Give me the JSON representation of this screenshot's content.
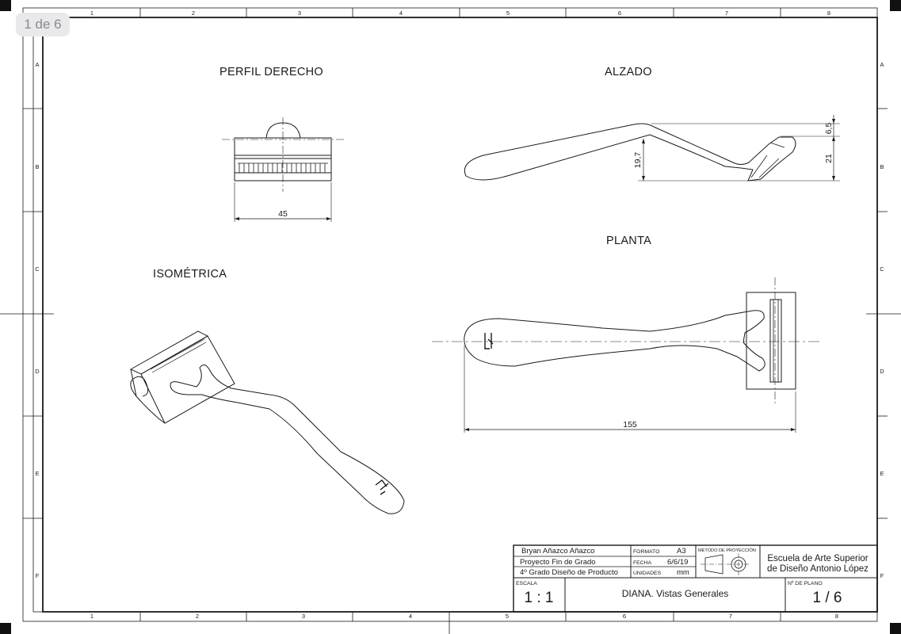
{
  "viewer": {
    "page_indicator": "1 de 6"
  },
  "zones": {
    "columns": [
      "1",
      "2",
      "3",
      "4",
      "5",
      "6",
      "7",
      "8"
    ],
    "rows": [
      "A",
      "B",
      "C",
      "D",
      "E",
      "F"
    ]
  },
  "views": {
    "perfil_derecho": {
      "title": "PERFIL DERECHO",
      "dim_width": "45"
    },
    "alzado": {
      "title": "ALZADO",
      "dim_height_left": "19,7",
      "dim_top": "6,5",
      "dim_right": "21"
    },
    "planta": {
      "title": "PLANTA",
      "dim_length": "155"
    },
    "isometrica": {
      "title": "ISOMÉTRICA"
    }
  },
  "title_block": {
    "author": "Bryan Añazco Añazco",
    "project": "Proyecto Fin de Grado",
    "course": "4º Grado Diseño de Producto",
    "formato_label": "FORMATO",
    "formato_value": "A3",
    "fecha_label": "FECHA",
    "fecha_value": "6/6/19",
    "unidades_label": "UNIDADES",
    "unidades_value": "mm",
    "metodo_label": "MÉTODO DE PROYECCIÓN",
    "school_line1": "Escuela de Arte Superior",
    "school_line2": "de Diseño Antonio López",
    "escala_label": "ESCALA",
    "escala_value": "1 : 1",
    "drawing_title": "DIANA. Vistas Generales",
    "plano_label": "Nº DE PLANO",
    "plano_value": "1 / 6"
  }
}
